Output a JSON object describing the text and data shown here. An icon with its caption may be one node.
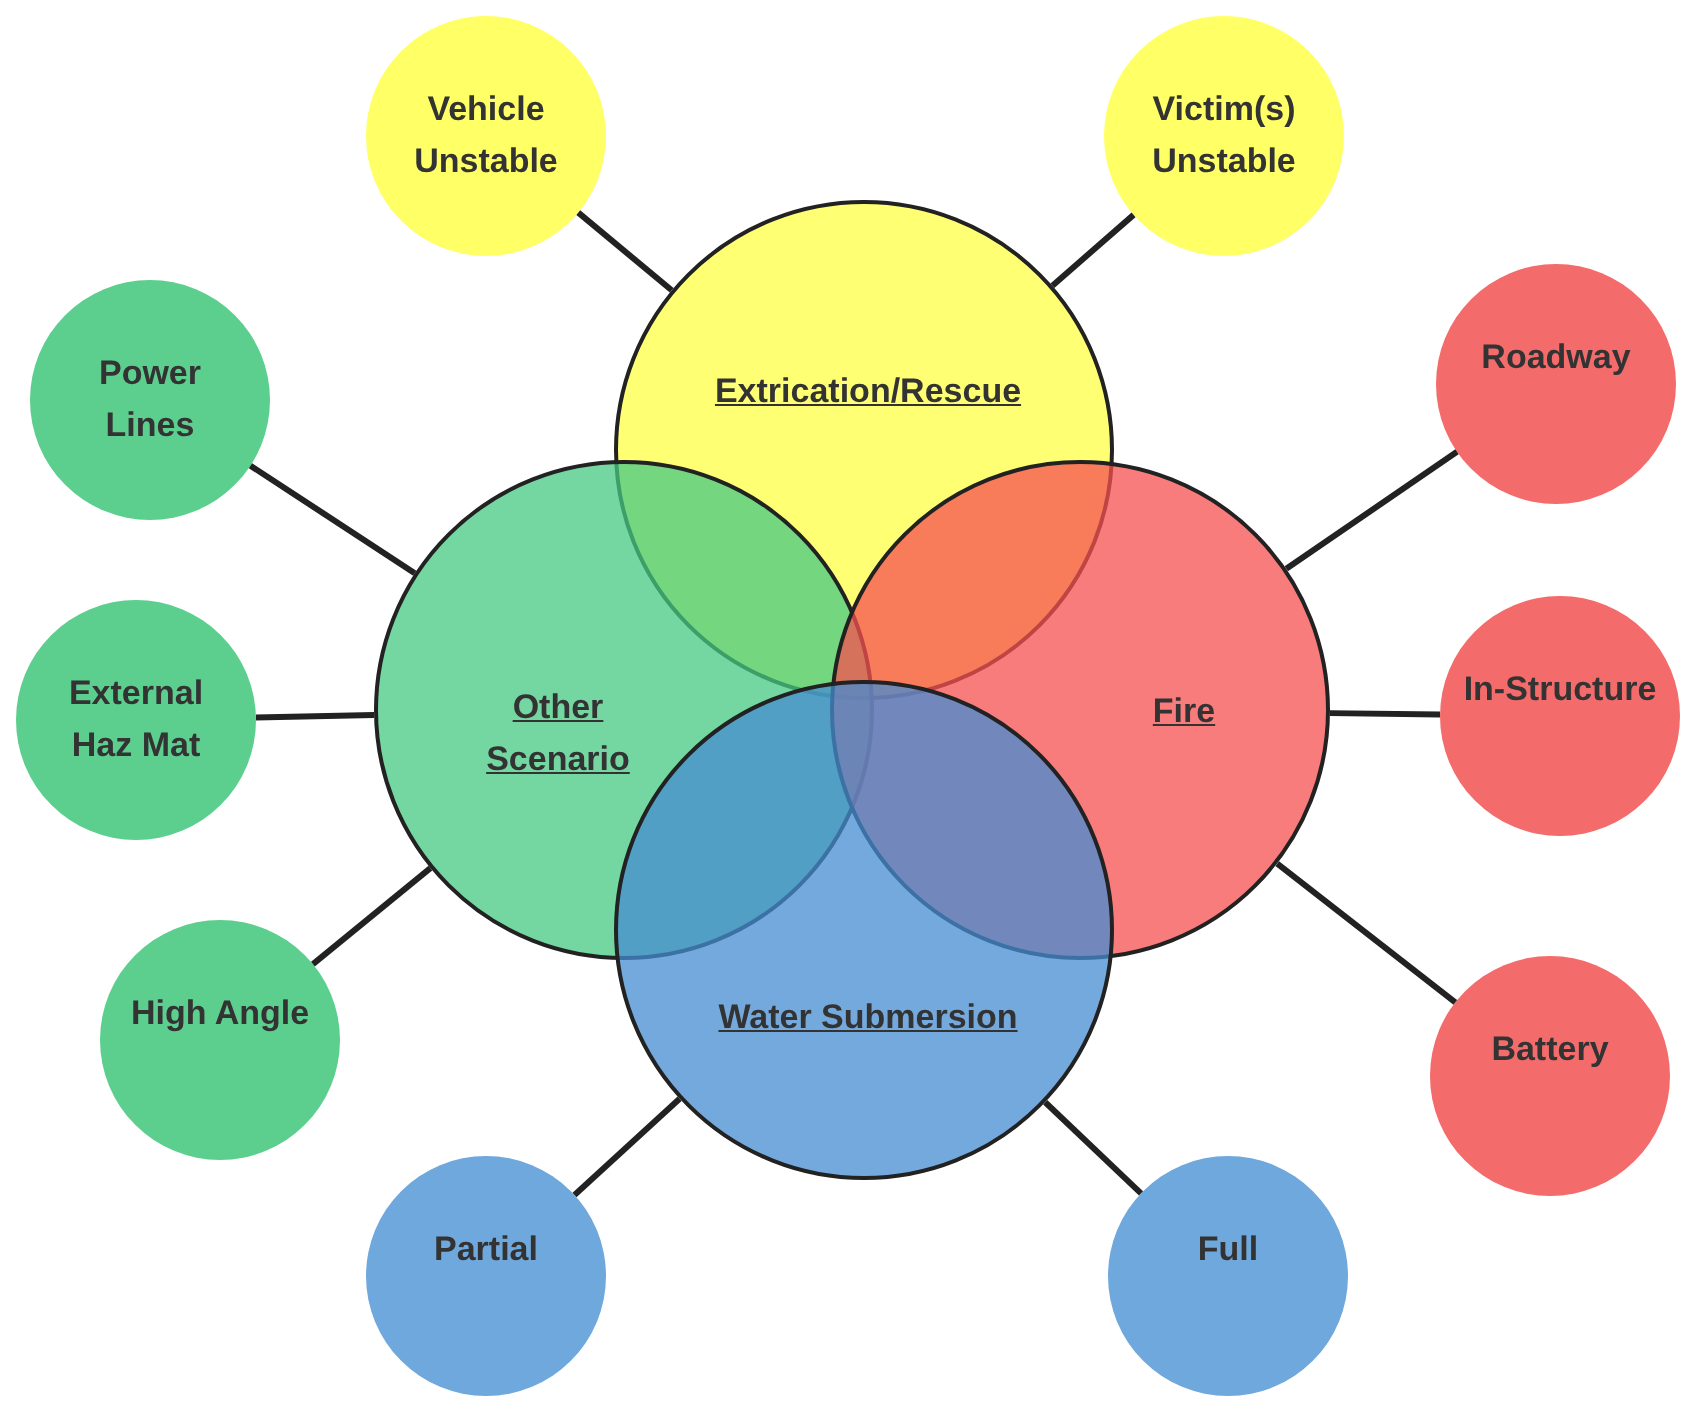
{
  "diagram": {
    "nodes": [
      {
        "text": [
          "Extrication/Rescue"
        ]
      },
      {
        "text": [
          "Other Scenario"
        ]
      },
      {
        "text": [
          "Fire"
        ]
      },
      {
        "text": [
          "Water Submersion"
        ]
      },
      {
        "text": [
          "Vehicle Unstable"
        ]
      },
      {
        "text": [
          "Victim(s) Unstable"
        ]
      },
      {
        "text": [
          "Power Lines"
        ]
      },
      {
        "text": [
          "Roadway"
        ]
      },
      {
        "text": [
          "External Haz Mat"
        ]
      },
      {
        "text": [
          "In-Structure"
        ]
      },
      {
        "text": [
          "High Angle"
        ]
      },
      {
        "text": [
          "Battery"
        ]
      },
      {
        "text": [
          "Partial"
        ]
      },
      {
        "text": [
          "Full"
        ]
      }
    ],
    "edges": [
      {
        "from": 4,
        "to": 0,
        "arrow": "none"
      },
      {
        "from": 5,
        "to": 0,
        "arrow": "none"
      },
      {
        "from": 6,
        "to": 1,
        "arrow": "none"
      },
      {
        "from": 7,
        "to": 2,
        "arrow": "none"
      },
      {
        "from": 8,
        "to": 1,
        "arrow": "none"
      },
      {
        "from": 9,
        "to": 2,
        "arrow": "none"
      },
      {
        "from": 10,
        "to": 1,
        "arrow": "none"
      },
      {
        "from": 11,
        "to": 2,
        "arrow": "none"
      },
      {
        "from": 12,
        "to": 3,
        "arrow": "none"
      },
      {
        "from": 13,
        "to": 3,
        "arrow": "none"
      }
    ]
  }
}
